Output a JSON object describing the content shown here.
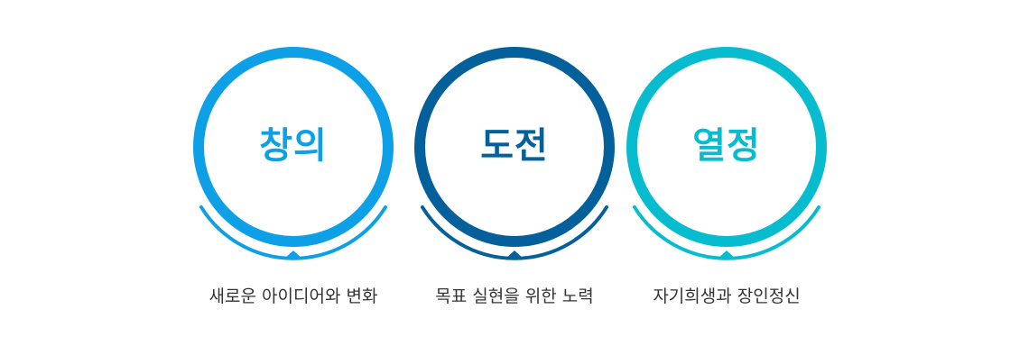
{
  "values": [
    {
      "title": "창의",
      "description": "새로운 아이디어와 변화",
      "color": "#0ea0e6"
    },
    {
      "title": "도전",
      "description": "목표 실현을 위한 노력",
      "color": "#04609a"
    },
    {
      "title": "열정",
      "description": "자기희생과 장인정신",
      "color": "#08bccf"
    }
  ]
}
